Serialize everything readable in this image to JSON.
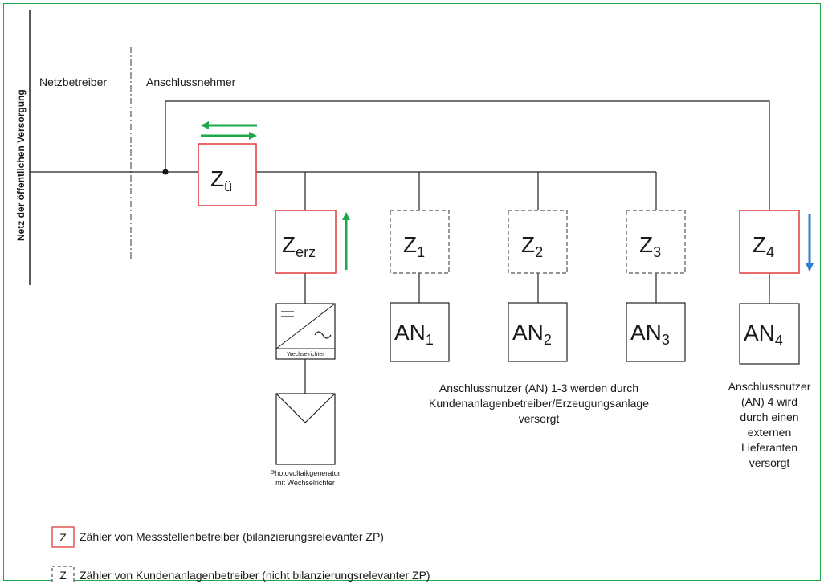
{
  "vertical_label": "Netz der öffentlichen Versorgung",
  "regions": {
    "left": "Netzbetreiber",
    "right": "Anschlussnehmer"
  },
  "meters": {
    "zu": {
      "main": "Z",
      "sub": "ü"
    },
    "zerz": {
      "main": "Z",
      "sub": "erz"
    },
    "z1": {
      "main": "Z",
      "sub": "1"
    },
    "z2": {
      "main": "Z",
      "sub": "2"
    },
    "z3": {
      "main": "Z",
      "sub": "3"
    },
    "z4": {
      "main": "Z",
      "sub": "4"
    }
  },
  "users": {
    "an1": {
      "main": "AN",
      "sub": "1"
    },
    "an2": {
      "main": "AN",
      "sub": "2"
    },
    "an3": {
      "main": "AN",
      "sub": "3"
    },
    "an4": {
      "main": "AN",
      "sub": "4"
    }
  },
  "inverter_label": "Wechselrichter",
  "pv_caption": [
    "Photovoltaikgenerator",
    "mit Wechselrichter"
  ],
  "caption_an13": [
    "Anschlussnutzer (AN) 1-3 werden durch",
    "Kundenanlagenbetreiber/Erzeugungsanlage",
    "versorgt"
  ],
  "caption_an4": [
    "Anschlussnutzer",
    "(AN) 4 wird",
    "durch einen",
    "externen",
    "Lieferanten",
    "versorgt"
  ],
  "legend": [
    {
      "symbol": "Z",
      "text": "Zähler von Messstellenbetreiber (bilanzierungsrelevanter ZP)"
    },
    {
      "symbol": "Z",
      "text": "Zähler von Kundenanlagenbetreiber (nicht bilanzierungsrelevanter ZP)"
    }
  ],
  "colors": {
    "msb_border": "#e03c3c",
    "kab_border": "#555555",
    "green_arrow": "#1fa84a",
    "blue_arrow": "#2e7fd0",
    "frame": "#22a84a"
  }
}
